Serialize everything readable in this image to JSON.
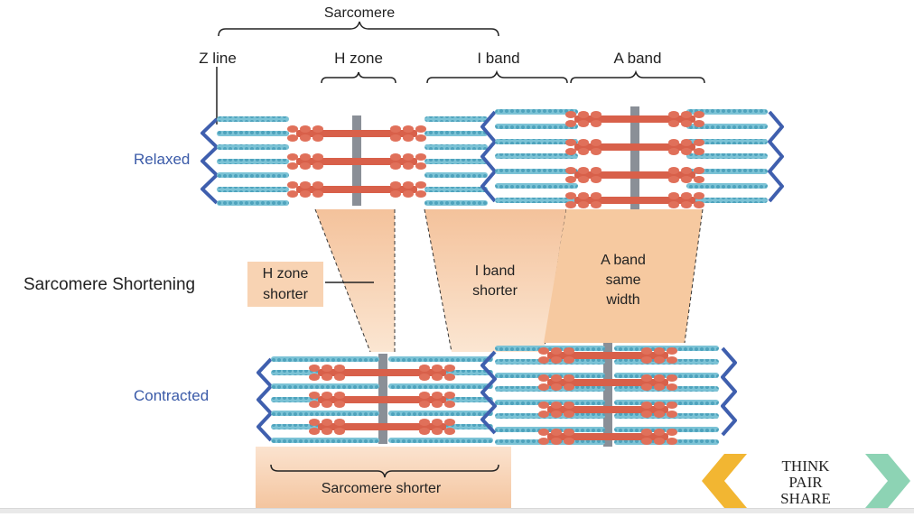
{
  "labels": {
    "sarcomere": "Sarcomere",
    "z_line": "Z line",
    "h_zone": "H zone",
    "i_band": "I band",
    "a_band": "A band",
    "relaxed": "Relaxed",
    "contracted": "Contracted",
    "shortening": "Sarcomere Shortening",
    "h_zone_shorter": [
      "H zone",
      "shorter"
    ],
    "i_band_shorter": [
      "I band",
      "shorter"
    ],
    "a_band_same": [
      "A band",
      "same",
      "width"
    ],
    "sarcomere_shorter": "Sarcomere shorter"
  },
  "think_pair_share": {
    "lines": [
      "THINK",
      "PAIR",
      "SHARE"
    ],
    "prev_icon": "chevron-left-icon",
    "next_icon": "chevron-right-icon"
  },
  "colors": {
    "z_line": "#3f5fae",
    "actin": "#5fb0c8",
    "myosin": "#d8604a",
    "myosin_head": "#e0705a",
    "m_line": "#8a8f97",
    "band_fill": "#f6c9a0",
    "label_blue": "#3a5aa8",
    "chevron_prev": "#f2b632",
    "chevron_next": "#8dd3b4"
  }
}
